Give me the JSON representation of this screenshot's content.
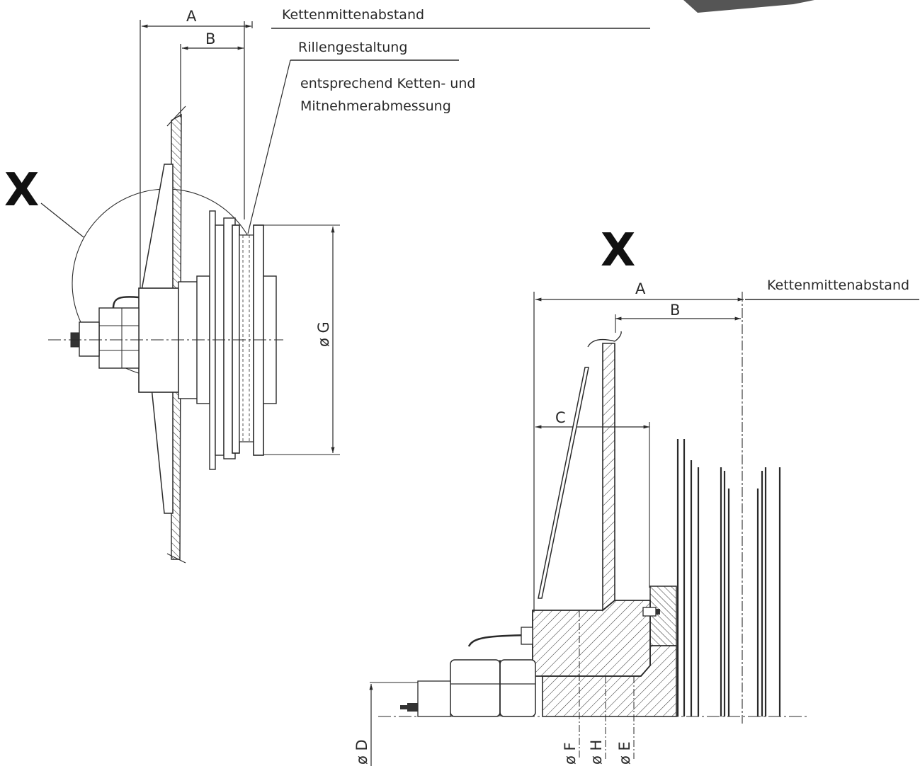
{
  "corner_mark_color": "#555555",
  "labels": {
    "chain_center_distance": "Kettenmittenabstand",
    "groove_design": "Rillengestaltung",
    "groove_note_line1": "entsprechend Ketten- und",
    "groove_note_line2": "Mitnehmerabmessung",
    "detail_x": "X"
  },
  "dimensions": {
    "a": "A",
    "b": "B",
    "c": "C",
    "d": "ø D",
    "e": "ø E",
    "f": "ø F",
    "g": "ø G",
    "h": "ø H"
  }
}
